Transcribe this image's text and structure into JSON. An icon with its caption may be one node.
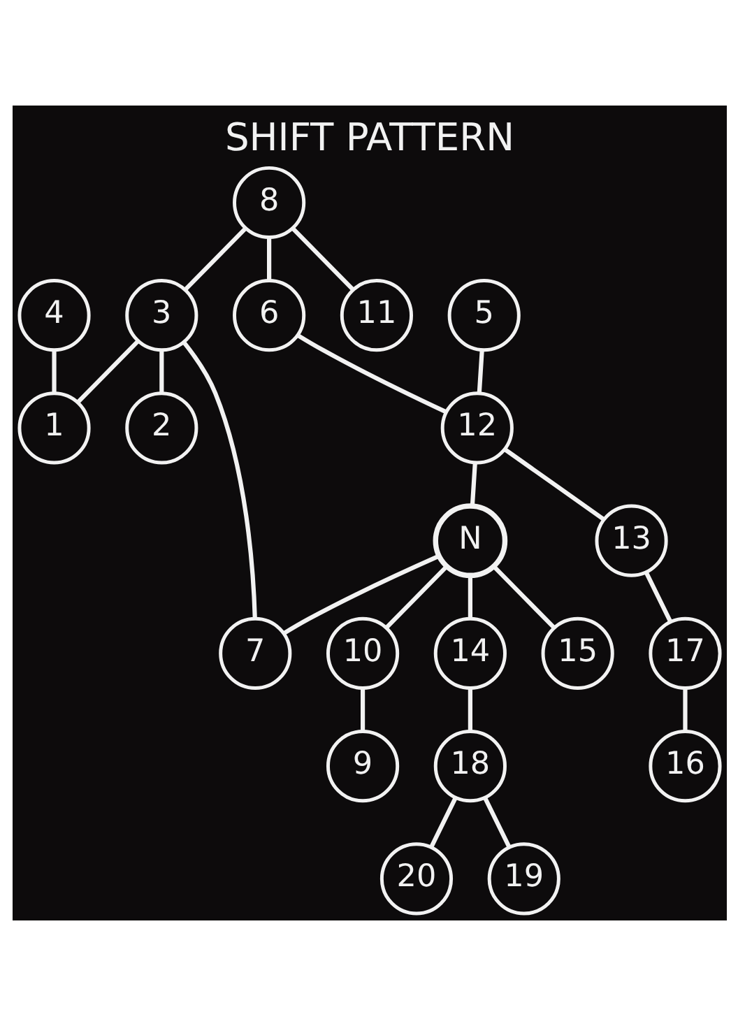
{
  "diagram": {
    "title": "SHIFT PATTERN",
    "nodes": [
      {
        "text": [
          "4"
        ]
      },
      {
        "text": [
          "3"
        ]
      },
      {
        "text": [
          "6"
        ]
      },
      {
        "text": [
          "8"
        ]
      },
      {
        "text": [
          "5"
        ]
      },
      {
        "text": [
          "2"
        ]
      },
      {
        "text": [
          "1"
        ]
      },
      {
        "text": [
          "11"
        ]
      },
      {
        "text": [
          "12"
        ]
      },
      {
        "text": [
          "N"
        ]
      },
      {
        "text": [
          "13"
        ]
      },
      {
        "text": [
          "10"
        ]
      },
      {
        "text": [
          "7"
        ]
      },
      {
        "text": [
          "14"
        ]
      },
      {
        "text": [
          "9"
        ]
      },
      {
        "text": [
          "15"
        ]
      },
      {
        "text": [
          "16"
        ]
      },
      {
        "text": [
          "17"
        ]
      },
      {
        "text": [
          "20"
        ]
      },
      {
        "text": [
          "18"
        ]
      },
      {
        "text": [
          "19"
        ]
      }
    ],
    "edges": [
      {
        "from": 9,
        "to": 11,
        "arrow": "none"
      },
      {
        "from": 11,
        "to": 14,
        "arrow": "none"
      },
      {
        "from": 9,
        "to": 12,
        "arrow": "none"
      },
      {
        "from": 1,
        "to": 12,
        "arrow": "none"
      },
      {
        "from": 1,
        "to": 5,
        "arrow": "none"
      },
      {
        "from": 1,
        "to": 6,
        "arrow": "none"
      },
      {
        "from": 0,
        "to": 6,
        "arrow": "none"
      },
      {
        "from": 3,
        "to": 1,
        "arrow": "none"
      },
      {
        "from": 3,
        "to": 7,
        "arrow": "none"
      },
      {
        "from": 3,
        "to": 2,
        "arrow": "none"
      },
      {
        "from": 2,
        "to": 8,
        "arrow": "none"
      },
      {
        "from": 4,
        "to": 8,
        "arrow": "none"
      },
      {
        "from": 8,
        "to": 9,
        "arrow": "none"
      },
      {
        "from": 8,
        "to": 10,
        "arrow": "none"
      },
      {
        "from": 10,
        "to": 17,
        "arrow": "none"
      },
      {
        "from": 17,
        "to": 16,
        "arrow": "none"
      },
      {
        "from": 9,
        "to": 13,
        "arrow": "none"
      },
      {
        "from": 13,
        "to": 19,
        "arrow": "none"
      },
      {
        "from": 19,
        "to": 18,
        "arrow": "none"
      },
      {
        "from": 19,
        "to": 20,
        "arrow": "none"
      },
      {
        "from": 9,
        "to": 15,
        "arrow": "none"
      }
    ]
  }
}
